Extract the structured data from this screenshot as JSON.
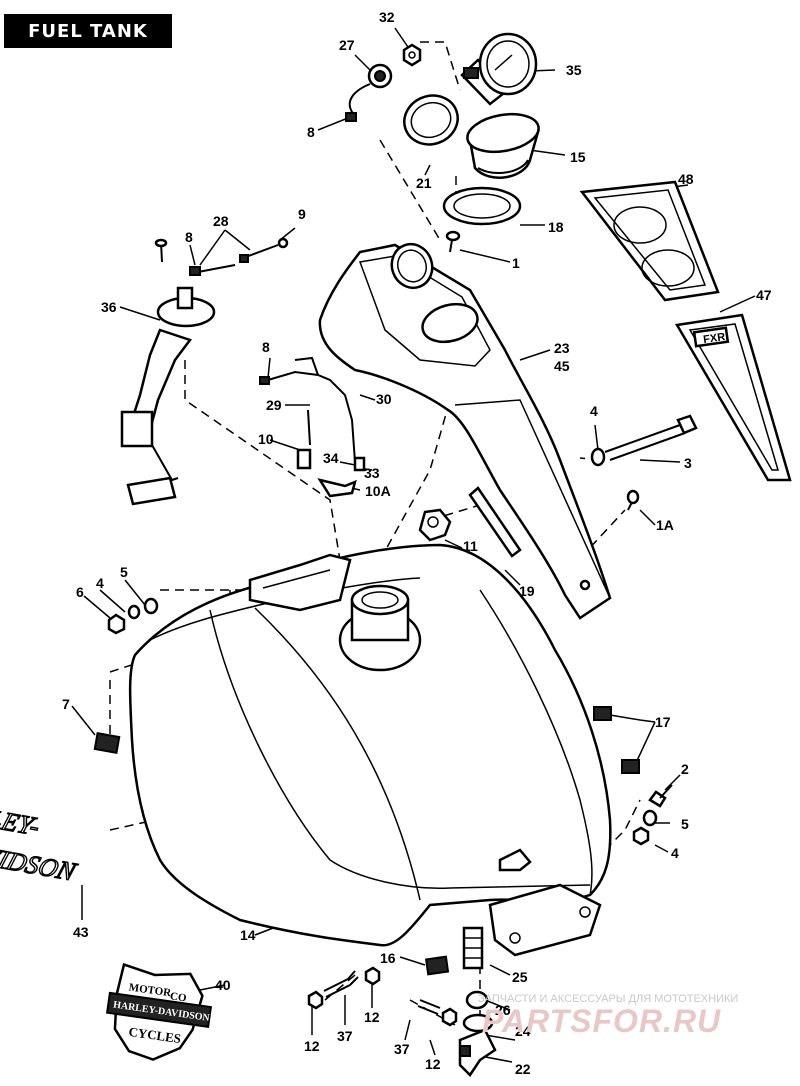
{
  "title": "FUEL TANK",
  "labels": {
    "l32": "32",
    "l27": "27",
    "l35": "35",
    "l8a": "8",
    "l21": "21",
    "l15": "15",
    "l48": "48",
    "l28": "28",
    "l9": "9",
    "l8b": "8",
    "l18": "18",
    "l1": "1",
    "l36": "36",
    "l47": "47",
    "l8c": "8",
    "l23": "23",
    "l45": "45",
    "l29": "29",
    "l30": "30",
    "l4a": "4",
    "l10": "10",
    "l34": "34",
    "l33": "33",
    "l3": "3",
    "l10a": "10A",
    "l1a": "1A",
    "l11": "11",
    "l5a": "5",
    "l19": "19",
    "l6": "6",
    "l4b": "4",
    "l7": "7",
    "l17": "17",
    "l2": "2",
    "l5b": "5",
    "l4c": "4",
    "l43": "43",
    "l14": "14",
    "l16": "16",
    "l25": "25",
    "l40": "40",
    "l12a": "12",
    "l37a": "37",
    "l12b": "12",
    "l37b": "37",
    "l26": "26",
    "l24": "24",
    "l12c": "12",
    "l22": "22"
  },
  "logos": {
    "harley": "HARLEY-",
    "davidson": "DAVIDSON",
    "bar_top": "MOTOR",
    "bar_top2": "CO",
    "bar_mid": "HARLEY-DAVIDSON",
    "bar_bottom": "CYCLES"
  },
  "badge_text": "FXR",
  "watermark": {
    "line1": "ЗАПЧАСТИ И АКСЕССУАРЫ ДЛЯ МОТОТЕХНИКИ",
    "line2": "PARTSFOR.RU"
  }
}
